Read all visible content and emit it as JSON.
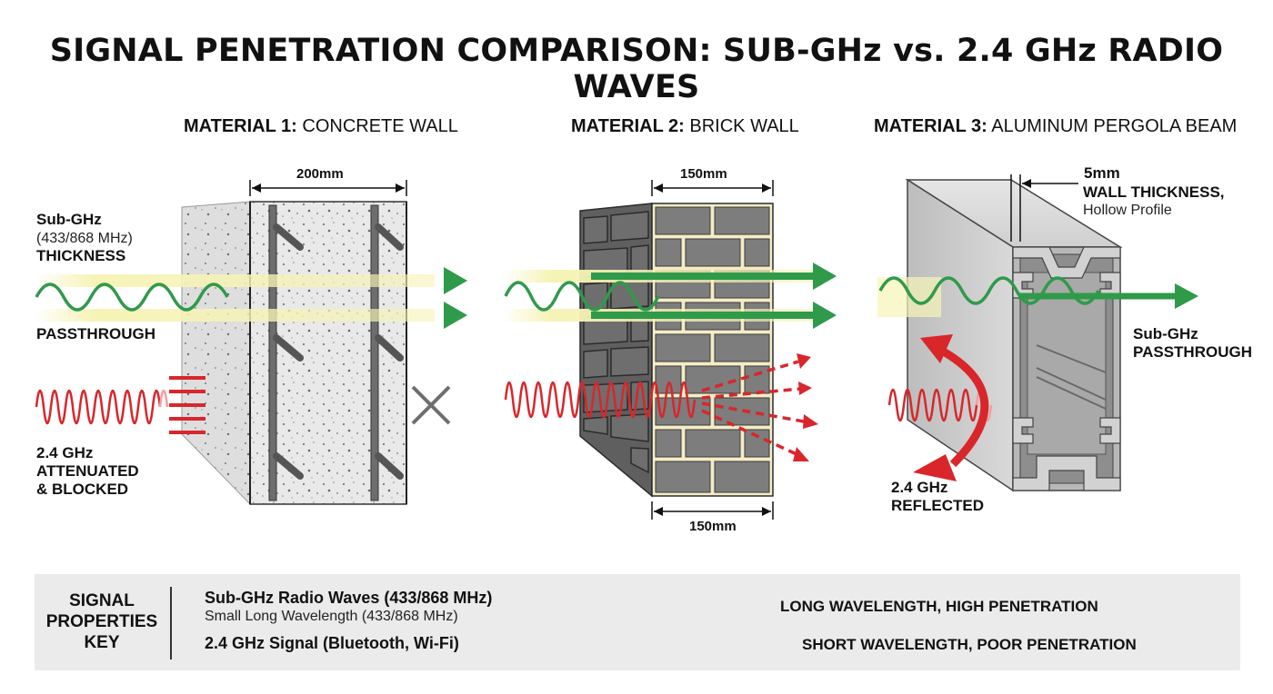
{
  "title": "SIGNAL PENETRATION COMPARISON: SUB-GHz vs. 2.4 GHz RADIO WAVES",
  "materials": [
    {
      "prefix": "MATERIAL 1:",
      "name": "CONCRETE WALL",
      "dimension": "200mm"
    },
    {
      "prefix": "MATERIAL 2:",
      "name": "BRICK WALL",
      "dimension_top": "150mm",
      "dimension_bottom": "150mm"
    },
    {
      "prefix": "MATERIAL 3:",
      "name": "ALUMINUM PERGOLA BEAM",
      "dimension_value": "5mm",
      "dimension_label": "WALL THICKNESS,",
      "dimension_note": "Hollow Profile"
    }
  ],
  "concrete_labels": {
    "subghz": "Sub-GHz",
    "subghz_freq": "(433/868 MHz)",
    "thickness": "THICKNESS",
    "passthrough": "PASSTHROUGH",
    "ghz": "2.4 GHz",
    "attenuated": "ATTENUATED",
    "blocked": "& BLOCKED"
  },
  "aluminum_labels": {
    "subghz": "Sub-GHz",
    "passthrough": "PASSTHROUGH",
    "ghz": "2.4 GHz",
    "reflected": "REFLECTED"
  },
  "legend": {
    "key_line1": "SIGNAL",
    "key_line2": "PROPERTIES",
    "key_line3": "KEY",
    "subghz_title": "Sub-GHz Radio Waves (433/868 MHz)",
    "subghz_sub": "Small Long Wavelength (433/868 MHz)",
    "ghz_title": "2.4 GHz Signal (Bluetooth, Wi-Fi)",
    "long_desc": "LONG WAVELENGTH, HIGH PENETRATION",
    "short_desc": "SHORT WAVELENGTH, POOR PENETRATION"
  },
  "colors": {
    "subghz_green": "#2f9a4a",
    "ghz_red": "#d9262b",
    "glow_yellow": "#f3f0b0",
    "concrete": "#e8e8e8",
    "brick": "#7a7a7a",
    "mortar": "#f3ecc6",
    "aluminum": "#cfcfcf",
    "legend_bg": "#ebebeb"
  },
  "icons": {
    "blocked": "cross-icon",
    "subghz_arrow": "arrow-right-icon",
    "ghz_arrow": "dashed-arrow-icon",
    "reflection": "curved-double-arrow-icon"
  }
}
